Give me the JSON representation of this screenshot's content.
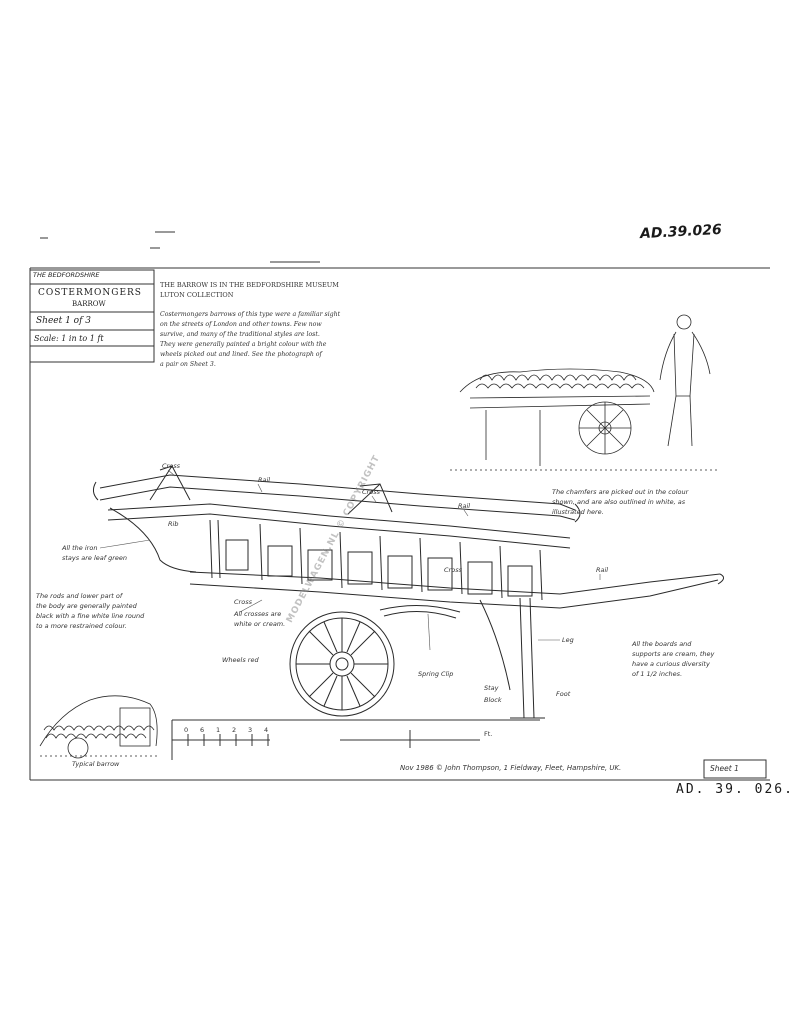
{
  "drawing": {
    "ref_number_handwritten": "AD.39.026",
    "ref_number_stamped": "AD. 39. 026.",
    "watermark": "MODELWAGEN.NL © COPYRIGHT"
  },
  "title_block": {
    "header": "THE BEDFORDSHIRE",
    "title": "COSTERMONGERS",
    "subtitle": "BARROW",
    "sheet": "Sheet 1 of 3",
    "scale": "Scale: 1 in to 1 ft"
  },
  "notes": {
    "heading_line1": "THE BARROW IS IN THE BEDFORDSHIRE MUSEUM",
    "heading_line2": "LUTON COLLECTION",
    "body_lines": [
      "Costermongers barrows of this type were a familiar sight",
      "on the streets of London and other towns. Few now",
      "survive, and many of the traditional styles are lost.",
      "They were generally painted a bright colour with the",
      "wheels picked out and lined. See the photograph of",
      "a pair on Sheet 3."
    ]
  },
  "labels": {
    "cross_top": "Cross",
    "rail_top": "Rail",
    "cross_mid": "Cross",
    "rail_mid": "Rail",
    "rib": "Rib",
    "chamfers_note": [
      "The chamfers are picked out in the colour",
      "shown, and are also outlined in white, as",
      "illustrated here."
    ],
    "iron_stays_note": [
      "All the iron",
      "stays are leaf green"
    ],
    "rods_note": [
      "The rods and lower part of",
      "the body are generally painted",
      "black with a fine white line round",
      "to a more restrained colour."
    ],
    "cross_lower": "Cross",
    "rail_lower": "Rail",
    "cross_label_left": "Cross",
    "cross_note": [
      "All crosses are",
      "white or cream."
    ],
    "wheels_note": "Wheels red",
    "spring_label": "Spring Clip",
    "stay_label": "Stay",
    "block_label": "Block",
    "leg_label": "Leg",
    "foot_label": "Foot",
    "boards_note": [
      "All the boards and",
      "supports are cream, they",
      "have a curious diversity",
      "of 1 1/2 inches."
    ],
    "photo_caption": "Typical barrow"
  },
  "scale_bar": {
    "ticks": [
      "0",
      "6",
      "1",
      "2",
      "3",
      "4"
    ],
    "unit": "Ft."
  },
  "footer": {
    "credit": "Nov 1986 © John Thompson, 1 Fieldway, Fleet, Hampshire, UK.",
    "sheet_tag": "Sheet 1"
  }
}
